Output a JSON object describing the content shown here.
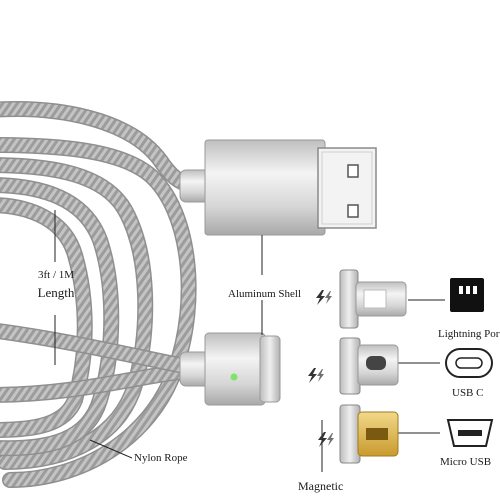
{
  "labels": {
    "length_line1": "3ft / 1M",
    "length_line2": "Length",
    "aluminum_shell": "Aluminum Shell",
    "nylon_rope": "Nylon Rope",
    "magnetic": "Magnetic",
    "lightning_port": "Lightning Port",
    "usb_c": "USB  C",
    "micro_usb": "Micro USB"
  },
  "icons": {
    "lightning_bolts": [
      "lightning-bolt-icon",
      "lightning-bolt-icon",
      "lightning-bolt-icon",
      "lightning-bolt-icon"
    ],
    "ports": [
      "lightning-port-icon",
      "usb-c-port-icon",
      "micro-usb-port-icon"
    ]
  },
  "colors": {
    "braid": "#b9b9b9",
    "braid_dark": "#8f8f8f",
    "metal": "#d9d9d9",
    "indicator": "#7fe36a",
    "micro_tip": "#d9b44a"
  }
}
